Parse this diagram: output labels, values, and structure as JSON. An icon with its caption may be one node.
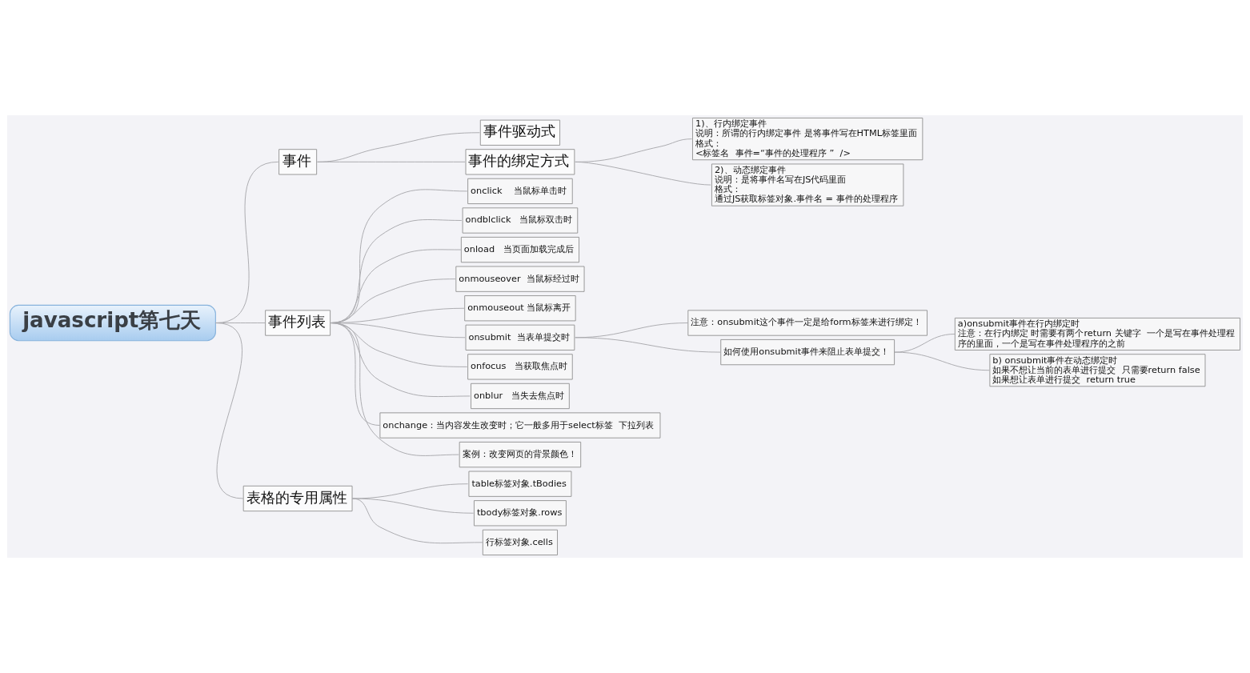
{
  "diagram": {
    "nodes": [
      {
        "text": [
          "javascript第七天"
        ]
      },
      {
        "text": [
          "事件"
        ]
      },
      {
        "text": [
          "事件驱动式"
        ]
      },
      {
        "text": [
          "事件的绑定方式"
        ]
      },
      {
        "text": [
          "1)、行内绑定事件",
          "说明：所谓的行内绑定事件 是将事件写在HTML标签里面",
          "格式：",
          "<标签名  事件=“事件的处理程序 ”  />"
        ]
      },
      {
        "text": [
          "2)、动态绑定事件",
          "说明：是将事件名写在JS代码里面",
          "格式：",
          "通过JS获取标签对象.事件名 = 事件的处理程序"
        ]
      },
      {
        "text": [
          "事件列表"
        ]
      },
      {
        "text": [
          "onclick    当鼠标单击时"
        ]
      },
      {
        "text": [
          "ondblclick   当鼠标双击时"
        ]
      },
      {
        "text": [
          "onload   当页面加载完成后"
        ]
      },
      {
        "text": [
          "onmouseover  当鼠标经过时"
        ]
      },
      {
        "text": [
          "onmouseout 当鼠标离开"
        ]
      },
      {
        "text": [
          "onsubmit  当表单提交时"
        ]
      },
      {
        "text": [
          "注意：onsubmit这个事件一定是给form标签来进行绑定！"
        ]
      },
      {
        "text": [
          "如何使用onsubmit事件来阻止表单提交！"
        ]
      },
      {
        "text": [
          "a)onsubmit事件在行内绑定时",
          "注意：在行内绑定 时需要有两个return 关键字  一个是写在事件处理程序的里面，一个是写在事件处理程序的之前"
        ]
      },
      {
        "text": [
          "b) onsubmit事件在动态绑定时",
          "如果不想让当前的表单进行提交  只需要return false",
          "如果想让表单进行提交  return true"
        ]
      },
      {
        "text": [
          "onfocus   当获取焦点时"
        ]
      },
      {
        "text": [
          "onblur   当失去焦点时"
        ]
      },
      {
        "text": [
          "onchange：当内容发生改变时；它一般多用于select标签  下拉列表"
        ]
      },
      {
        "text": [
          "案例：改变网页的背景颜色！"
        ]
      },
      {
        "text": [
          "表格的专用属性"
        ]
      },
      {
        "text": [
          "table标签对象.tBodies"
        ]
      },
      {
        "text": [
          "tbody标签对象.rows"
        ]
      },
      {
        "text": [
          "行标签对象.cells"
        ]
      }
    ],
    "edges": [
      {
        "from": 0,
        "to": 1,
        "arrow": "none"
      },
      {
        "from": 1,
        "to": 2,
        "arrow": "none"
      },
      {
        "from": 1,
        "to": 3,
        "arrow": "none"
      },
      {
        "from": 3,
        "to": 4,
        "arrow": "none"
      },
      {
        "from": 3,
        "to": 5,
        "arrow": "none"
      },
      {
        "from": 0,
        "to": 6,
        "arrow": "none"
      },
      {
        "from": 6,
        "to": 7,
        "arrow": "none"
      },
      {
        "from": 6,
        "to": 8,
        "arrow": "none"
      },
      {
        "from": 6,
        "to": 9,
        "arrow": "none"
      },
      {
        "from": 6,
        "to": 10,
        "arrow": "none"
      },
      {
        "from": 6,
        "to": 11,
        "arrow": "none"
      },
      {
        "from": 6,
        "to": 12,
        "arrow": "none"
      },
      {
        "from": 12,
        "to": 13,
        "arrow": "none"
      },
      {
        "from": 12,
        "to": 14,
        "arrow": "none"
      },
      {
        "from": 14,
        "to": 15,
        "arrow": "none"
      },
      {
        "from": 14,
        "to": 16,
        "arrow": "none"
      },
      {
        "from": 6,
        "to": 17,
        "arrow": "none"
      },
      {
        "from": 6,
        "to": 18,
        "arrow": "none"
      },
      {
        "from": 6,
        "to": 19,
        "arrow": "none"
      },
      {
        "from": 6,
        "to": 20,
        "arrow": "none"
      },
      {
        "from": 0,
        "to": 21,
        "arrow": "none"
      },
      {
        "from": 21,
        "to": 22,
        "arrow": "none"
      },
      {
        "from": 21,
        "to": 23,
        "arrow": "none"
      },
      {
        "from": 21,
        "to": 24,
        "arrow": "none"
      }
    ]
  }
}
